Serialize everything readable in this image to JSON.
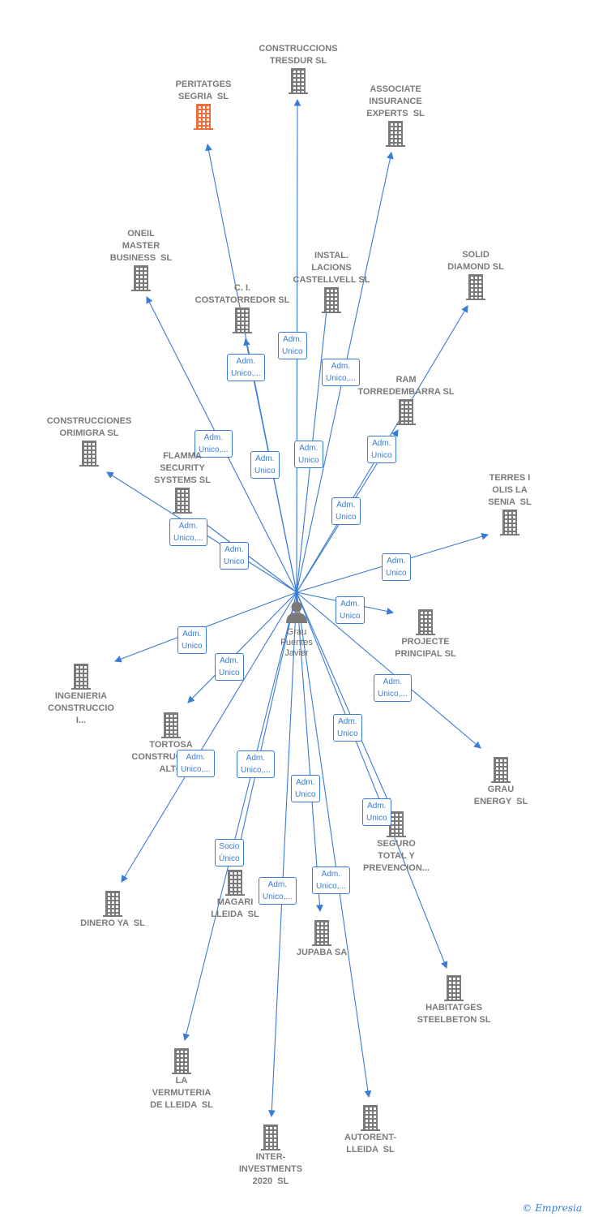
{
  "center_person": {
    "name": "Grau\nFuentes\nJavier",
    "icon": "person-icon"
  },
  "colors": {
    "edge": "#3a7bd5",
    "building": "#7a7a7a",
    "highlight": "#f26b3a"
  },
  "companies": [
    {
      "id": "peritatges",
      "label": "PERITATGES\nSEGRIA  SL",
      "highlight": true
    },
    {
      "id": "tresdur",
      "label": "CONSTRUCCIONS\nTRESDUR SL"
    },
    {
      "id": "associate",
      "label": "ASSOCIATE\nINSURANCE\nEXPERTS  SL"
    },
    {
      "id": "oneil",
      "label": "ONEIL\nMASTER\nBUSINESS  SL"
    },
    {
      "id": "instal",
      "label": "INSTAL.\nLACIONS\nCASTELLVELL SL"
    },
    {
      "id": "solid",
      "label": "SOLID\nDIAMOND SL"
    },
    {
      "id": "costatorredor",
      "label": "C. I.\nCOSTATORREDOR SL"
    },
    {
      "id": "ram",
      "label": "RAM\nTORREDEMBARRA SL"
    },
    {
      "id": "orimigra",
      "label": "CONSTRUCCIONES\nORIMIGRA SL"
    },
    {
      "id": "flamma",
      "label": "FLAMMA\nSECURITY\nSYSTEMS SL"
    },
    {
      "id": "terres",
      "label": "TERRES I\nOLIS LA\nSENIA  SL"
    },
    {
      "id": "projecte",
      "label": "PROJECTE\nPRINCIPAL SL"
    },
    {
      "id": "ingenieria",
      "label": "INGENIERIA\nCONSTRUCCIO\nI..."
    },
    {
      "id": "tortosa",
      "label": "TORTOSA\nCONSTRUCCIONS\nALTO"
    },
    {
      "id": "grauenergy",
      "label": "GRAU\nENERGY  SL"
    },
    {
      "id": "seguro",
      "label": "SEGURO\nTOTAL Y\nPREVENCION..."
    },
    {
      "id": "dinero",
      "label": "DINERO YA  SL"
    },
    {
      "id": "magari",
      "label": "MAGARI\nLLEIDA  SL"
    },
    {
      "id": "jupaba",
      "label": "JUPABA SA"
    },
    {
      "id": "habitatges",
      "label": "HABITATGES\nSTEELBETON SL"
    },
    {
      "id": "vermuteria",
      "label": "LA\nVERMUTERIA\nDE LLEIDA  SL"
    },
    {
      "id": "autorent",
      "label": "AUTORENT-\nLLEIDA  SL"
    },
    {
      "id": "inter",
      "label": "INTER-\nINVESTMENTS\n2020  SL"
    }
  ],
  "edge_labels": [
    {
      "target": "tresdur",
      "text": "Adm.\nUnico"
    },
    {
      "target": "peritatges",
      "text": "Adm.\nUnico,..."
    },
    {
      "target": "associate",
      "text": "Adm.\nUnico,..."
    },
    {
      "target": "oneil",
      "text": "Adm.\nUnico,..."
    },
    {
      "target": "costatorredor",
      "text": "Adm.\nUnico"
    },
    {
      "target": "instal",
      "text": "Adm.\nUnico"
    },
    {
      "target": "ram",
      "text": "Adm.\nUnico"
    },
    {
      "target": "solid",
      "text": "Adm.\nUnico"
    },
    {
      "target": "orimigra",
      "text": "Adm.\nUnico,..."
    },
    {
      "target": "flamma",
      "text": "Adm.\nUnico"
    },
    {
      "target": "terres",
      "text": "Adm.\nUnico"
    },
    {
      "target": "projecte",
      "text": "Adm.\nUnico"
    },
    {
      "target": "ingenieria",
      "text": "Adm.\nUnico"
    },
    {
      "target": "tortosa",
      "text": "Adm.\nUnico"
    },
    {
      "target": "grauenergy",
      "text": "Adm.\nUnico,..."
    },
    {
      "target": "dinero",
      "text": "Adm.\nUnico,..."
    },
    {
      "target": "vermuteria",
      "text": "Adm.\nUnico,..."
    },
    {
      "target": "seguro",
      "text": "Adm.\nUnico"
    },
    {
      "target": "jupaba",
      "text": "Adm.\nUnico"
    },
    {
      "target": "habitatges",
      "text": "Adm.\nUnico"
    },
    {
      "target": "magari",
      "text": "Socio\nÚnico"
    },
    {
      "target": "inter",
      "text": "Adm.\nUnico,..."
    },
    {
      "target": "autorent",
      "text": "Adm.\nUnico,..."
    }
  ],
  "footer": {
    "copyright": "©",
    "brand": "Empresia"
  }
}
